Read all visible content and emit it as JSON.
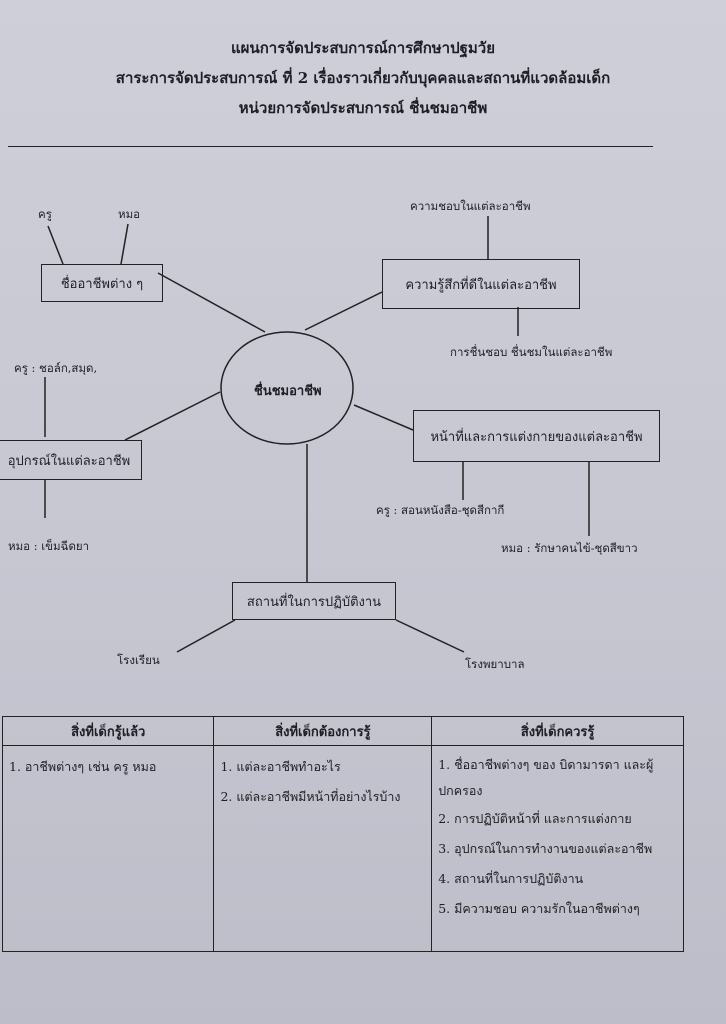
{
  "header": {
    "line1": "แผนการจัดประสบการณ์การศึกษาปฐมวัย",
    "line2": "สาระการจัดประสบการณ์ ที่ 2  เรื่องราวเกี่ยวกับบุคคลและสถานที่แวดล้อมเด็ก",
    "line3": "หน่วยการจัดประสบการณ์  ชื่นชมอาชีพ"
  },
  "diagram": {
    "center": "ชื่นชมอาชีพ",
    "nodes": {
      "names": {
        "label": "ชื่ออาชีพต่าง ๆ",
        "children": [
          "ครู",
          "หมอ"
        ]
      },
      "feelings": {
        "label": "ความรู้สึกที่ดีในแต่ละอาชีพ",
        "children": [
          "ความชอบในแต่ละอาชีพ",
          "การชื่นชอบ ชื่นชมในแต่ละอาชีพ"
        ]
      },
      "tools": {
        "label": "อุปกรณ์ในแต่ละอาชีพ",
        "children": [
          "ครู : ชอล์ก,สมุด,",
          "หมอ : เข็มฉีดยา"
        ]
      },
      "duties": {
        "label": "หน้าที่และการแต่งกายของแต่ละอาชีพ",
        "children": [
          "ครู  : สอนหนังสือ-ชุดสีกากี",
          "หมอ : รักษาคนไข้-ชุดสีขาว"
        ]
      },
      "places": {
        "label": "สถานที่ในการปฏิบัติงาน",
        "children": [
          "โรงเรียน",
          "โรงพยาบาล"
        ]
      }
    }
  },
  "table": {
    "headers": [
      "สิ่งที่เด็กรู้แล้ว",
      "สิ่งที่เด็กต้องการรู้",
      "สิ่งที่เด็กควรรู้"
    ],
    "col1": [
      "1. อาชีพต่างๆ เช่น ครู หมอ"
    ],
    "col2": [
      "1. แต่ละอาชีพทำอะไร",
      "2. แต่ละอาชีพมีหน้าที่อย่างไรบ้าง"
    ],
    "col3": [
      "1. ชื่ออาชีพต่างๆ ของ บิดามารดา และผู้ปกครอง",
      "2. การปฏิบัติหน้าที่ และการแต่งกาย",
      "3. อุปกรณ์ในการทำงานของแต่ละอาชีพ",
      "4. สถานที่ในการปฏิบัติงาน",
      "5. มีความชอบ ความรักในอาชีพต่างๆ"
    ]
  }
}
